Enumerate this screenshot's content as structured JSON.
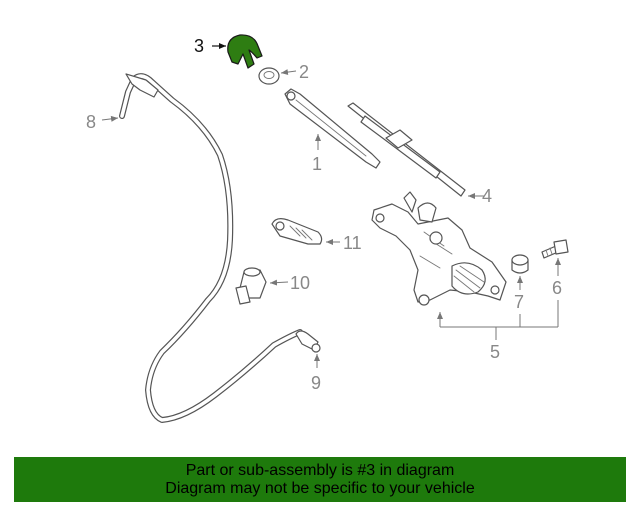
{
  "diagram": {
    "highlight_color": "#2e7d12",
    "callouts": {
      "c1": "1",
      "c2": "2",
      "c3": "3",
      "c4": "4",
      "c5": "5",
      "c6": "6",
      "c7": "7",
      "c8": "8",
      "c9": "9",
      "c10": "10",
      "c11": "11"
    }
  },
  "banner": {
    "background": "#1e7a0c",
    "line1": "Part or sub-assembly is #3 in diagram",
    "line2": "Diagram may not be specific to your vehicle"
  }
}
